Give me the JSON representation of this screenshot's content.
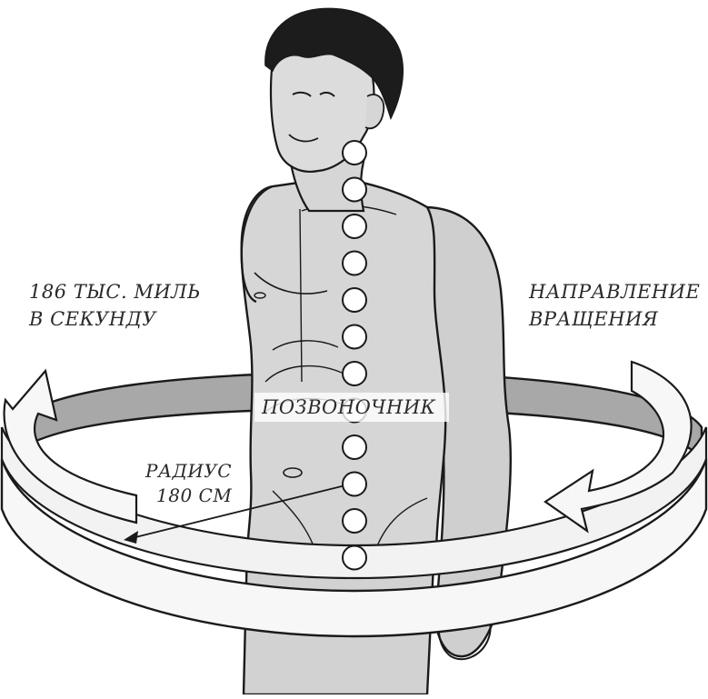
{
  "labels": {
    "speed_line1": "186 ТЫС. МИЛЬ",
    "speed_line2": "В СЕКУНДУ",
    "direction_line1": "НАПРАВЛЕНИЕ",
    "direction_line2": "ВРАЩЕНИЯ",
    "spine": "ПОЗВОНОЧНИК",
    "radius_line1": "РАДИУС",
    "radius_line2": "180 СМ"
  },
  "colors": {
    "body_fill": "#d4d4d4",
    "outline": "#1a1a1a",
    "ring_fill": "#f7f7f7",
    "ring_inner": "#a6a6a6",
    "hair": "#1c1c1c"
  },
  "vertebrae_count": 12
}
